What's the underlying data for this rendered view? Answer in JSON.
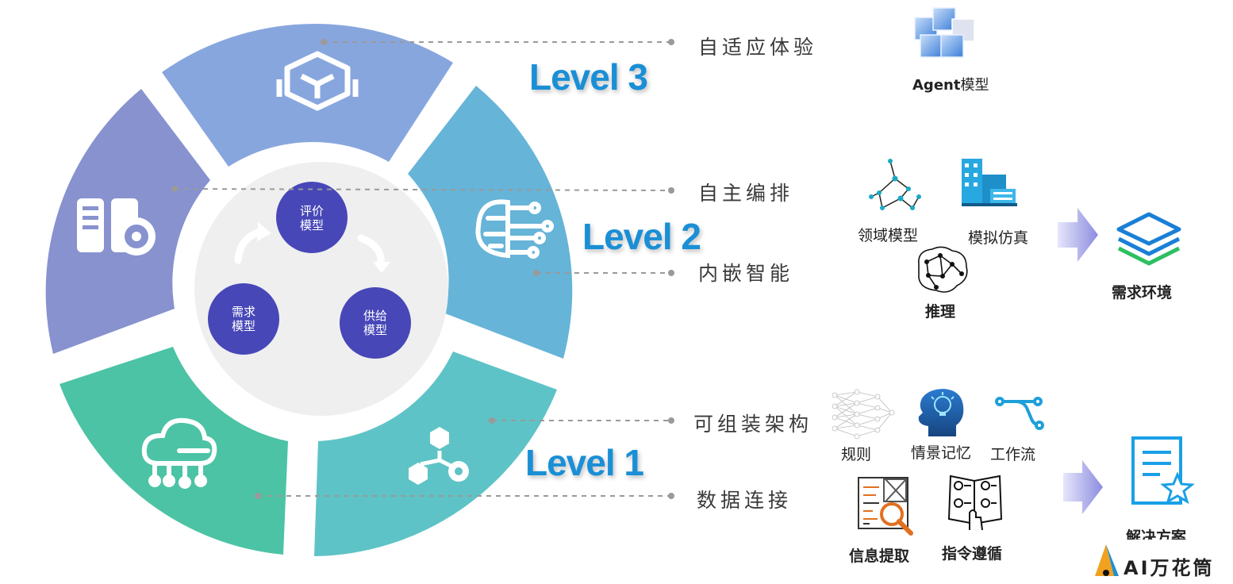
{
  "center": {
    "top": "评价\n模型",
    "left": "需求\n模型",
    "right": "供给\n模型"
  },
  "levels": {
    "l3": "Level 3",
    "l2": "Level 2",
    "l1": "Level 1"
  },
  "features": {
    "f1": "自适应体验",
    "f2": "自主编排",
    "f3": "内嵌智能",
    "f4": "可组装架构",
    "f5": "数据连接"
  },
  "items": {
    "agent_prefix": "Agent",
    "agent_suffix": "模型",
    "domain_model": "领域模型",
    "simulation": "模拟仿真",
    "reasoning": "推理",
    "demand_env": "需求环境",
    "rules": "规则",
    "episodic_memory": "情景记忆",
    "workflow": "工作流",
    "info_extract": "信息提取",
    "instruction_follow": "指令遵循",
    "solution": "解决方案"
  },
  "brand": {
    "text": "AI万花筒"
  },
  "colors": {
    "seg_top": "#88a6de",
    "seg_left": "#8792cf",
    "seg_right": "#66b4d8",
    "seg_bottom_right": "#5ec3c6",
    "seg_bottom_left": "#4cc3a4",
    "center_circle": "#4747b8",
    "level_text": "#1a8fd6"
  }
}
